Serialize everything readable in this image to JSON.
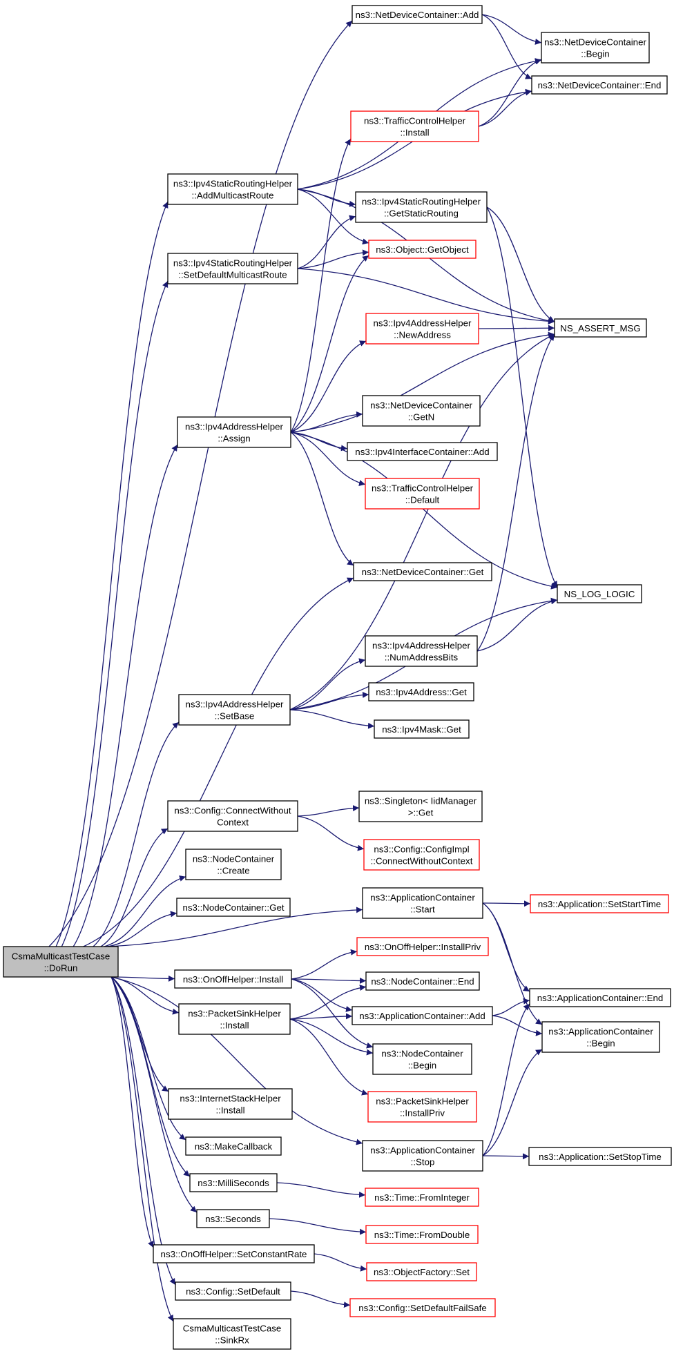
{
  "graph": {
    "title": "",
    "colors": {
      "edge": "#191970",
      "node_border": "#000000",
      "node_border_truncated": "#ff0000",
      "root_fill": "#bfbfbf",
      "background": "#ffffff"
    },
    "nodes": [
      {
        "id": "root",
        "lines": [
          "CsmaMulticastTestCase",
          "::DoRun"
        ],
        "style": "root"
      },
      {
        "id": "ndc_add",
        "lines": [
          "ns3::NetDeviceContainer::Add"
        ],
        "style": "normal"
      },
      {
        "id": "ndc_begin",
        "lines": [
          "ns3::NetDeviceContainer",
          "::Begin"
        ],
        "style": "normal"
      },
      {
        "id": "ndc_end",
        "lines": [
          "ns3::NetDeviceContainer::End"
        ],
        "style": "normal"
      },
      {
        "id": "tch_install",
        "lines": [
          "ns3::TrafficControlHelper",
          "::Install"
        ],
        "style": "truncated"
      },
      {
        "id": "isrh_amr",
        "lines": [
          "ns3::Ipv4StaticRoutingHelper",
          "::AddMulticastRoute"
        ],
        "style": "normal"
      },
      {
        "id": "isrh_gsr",
        "lines": [
          "ns3::Ipv4StaticRoutingHelper",
          "::GetStaticRouting"
        ],
        "style": "normal"
      },
      {
        "id": "obj_getobj",
        "lines": [
          "ns3::Object::GetObject"
        ],
        "style": "truncated"
      },
      {
        "id": "isrh_sdmr",
        "lines": [
          "ns3::Ipv4StaticRoutingHelper",
          "::SetDefaultMulticastRoute"
        ],
        "style": "normal"
      },
      {
        "id": "iah_newaddr",
        "lines": [
          "ns3::Ipv4AddressHelper",
          "::NewAddress"
        ],
        "style": "truncated"
      },
      {
        "id": "ns_assert",
        "lines": [
          "NS_ASSERT_MSG"
        ],
        "style": "normal"
      },
      {
        "id": "iah_assign",
        "lines": [
          "ns3::Ipv4AddressHelper",
          "::Assign"
        ],
        "style": "normal"
      },
      {
        "id": "ndc_getn",
        "lines": [
          "ns3::NetDeviceContainer",
          "::GetN"
        ],
        "style": "normal"
      },
      {
        "id": "iic_add",
        "lines": [
          "ns3::Ipv4InterfaceContainer::Add"
        ],
        "style": "normal"
      },
      {
        "id": "tch_default",
        "lines": [
          "ns3::TrafficControlHelper",
          "::Default"
        ],
        "style": "truncated"
      },
      {
        "id": "ndc_get",
        "lines": [
          "ns3::NetDeviceContainer::Get"
        ],
        "style": "normal"
      },
      {
        "id": "ns_log",
        "lines": [
          "NS_LOG_LOGIC"
        ],
        "style": "normal"
      },
      {
        "id": "iah_nab",
        "lines": [
          "ns3::Ipv4AddressHelper",
          "::NumAddressBits"
        ],
        "style": "normal"
      },
      {
        "id": "iah_setbase",
        "lines": [
          "ns3::Ipv4AddressHelper",
          "::SetBase"
        ],
        "style": "normal"
      },
      {
        "id": "ipv4addr_get",
        "lines": [
          "ns3::Ipv4Address::Get"
        ],
        "style": "normal"
      },
      {
        "id": "ipv4mask_get",
        "lines": [
          "ns3::Ipv4Mask::Get"
        ],
        "style": "normal"
      },
      {
        "id": "cfg_cwc",
        "lines": [
          "ns3::Config::ConnectWithout",
          "Context"
        ],
        "style": "normal"
      },
      {
        "id": "singleton_get",
        "lines": [
          "ns3::Singleton< IidManager",
          ">::Get"
        ],
        "style": "normal"
      },
      {
        "id": "cfgimpl_cwc",
        "lines": [
          "ns3::Config::ConfigImpl",
          "::ConnectWithoutContext"
        ],
        "style": "truncated"
      },
      {
        "id": "nc_create",
        "lines": [
          "ns3::NodeContainer",
          "::Create"
        ],
        "style": "normal"
      },
      {
        "id": "nc_get",
        "lines": [
          "ns3::NodeContainer::Get"
        ],
        "style": "normal"
      },
      {
        "id": "ac_start",
        "lines": [
          "ns3::ApplicationContainer",
          "::Start"
        ],
        "style": "normal"
      },
      {
        "id": "app_sst",
        "lines": [
          "ns3::Application::SetStartTime"
        ],
        "style": "truncated"
      },
      {
        "id": "ooh_installpriv",
        "lines": [
          "ns3::OnOffHelper::InstallPriv"
        ],
        "style": "truncated"
      },
      {
        "id": "ooh_install",
        "lines": [
          "ns3::OnOffHelper::Install"
        ],
        "style": "normal"
      },
      {
        "id": "nc_end",
        "lines": [
          "ns3::NodeContainer::End"
        ],
        "style": "normal"
      },
      {
        "id": "ac_end",
        "lines": [
          "ns3::ApplicationContainer::End"
        ],
        "style": "normal"
      },
      {
        "id": "psh_install",
        "lines": [
          "ns3::PacketSinkHelper",
          "::Install"
        ],
        "style": "normal"
      },
      {
        "id": "ac_add",
        "lines": [
          "ns3::ApplicationContainer::Add"
        ],
        "style": "normal"
      },
      {
        "id": "ac_begin",
        "lines": [
          "ns3::ApplicationContainer",
          "::Begin"
        ],
        "style": "normal"
      },
      {
        "id": "nc_begin",
        "lines": [
          "ns3::NodeContainer",
          "::Begin"
        ],
        "style": "normal"
      },
      {
        "id": "psh_installpriv",
        "lines": [
          "ns3::PacketSinkHelper",
          "::InstallPriv"
        ],
        "style": "truncated"
      },
      {
        "id": "ish_install",
        "lines": [
          "ns3::InternetStackHelper",
          "::Install"
        ],
        "style": "normal"
      },
      {
        "id": "makecallback",
        "lines": [
          "ns3::MakeCallback"
        ],
        "style": "normal"
      },
      {
        "id": "ac_stop",
        "lines": [
          "ns3::ApplicationContainer",
          "::Stop"
        ],
        "style": "normal"
      },
      {
        "id": "app_sstop",
        "lines": [
          "ns3::Application::SetStopTime"
        ],
        "style": "normal"
      },
      {
        "id": "milliseconds",
        "lines": [
          "ns3::MilliSeconds"
        ],
        "style": "normal"
      },
      {
        "id": "time_fromint",
        "lines": [
          "ns3::Time::FromInteger"
        ],
        "style": "truncated"
      },
      {
        "id": "seconds",
        "lines": [
          "ns3::Seconds"
        ],
        "style": "normal"
      },
      {
        "id": "time_fromdouble",
        "lines": [
          "ns3::Time::FromDouble"
        ],
        "style": "truncated"
      },
      {
        "id": "ooh_scr",
        "lines": [
          "ns3::OnOffHelper::SetConstantRate"
        ],
        "style": "normal"
      },
      {
        "id": "of_set",
        "lines": [
          "ns3::ObjectFactory::Set"
        ],
        "style": "truncated"
      },
      {
        "id": "cfg_setdefault",
        "lines": [
          "ns3::Config::SetDefault"
        ],
        "style": "normal"
      },
      {
        "id": "cfg_sdfs",
        "lines": [
          "ns3::Config::SetDefaultFailSafe"
        ],
        "style": "truncated"
      },
      {
        "id": "sinkrx",
        "lines": [
          "CsmaMulticastTestCase",
          "::SinkRx"
        ],
        "style": "normal"
      }
    ],
    "edges": [
      [
        "root",
        "ndc_add"
      ],
      [
        "root",
        "isrh_amr"
      ],
      [
        "root",
        "isrh_sdmr"
      ],
      [
        "root",
        "iah_assign"
      ],
      [
        "root",
        "ndc_get"
      ],
      [
        "root",
        "iah_setbase"
      ],
      [
        "root",
        "cfg_cwc"
      ],
      [
        "root",
        "nc_create"
      ],
      [
        "root",
        "nc_get"
      ],
      [
        "root",
        "ac_start"
      ],
      [
        "root",
        "ooh_install"
      ],
      [
        "root",
        "psh_install"
      ],
      [
        "root",
        "ac_stop"
      ],
      [
        "root",
        "ish_install"
      ],
      [
        "root",
        "makecallback"
      ],
      [
        "root",
        "milliseconds"
      ],
      [
        "root",
        "seconds"
      ],
      [
        "root",
        "ooh_scr"
      ],
      [
        "root",
        "cfg_setdefault"
      ],
      [
        "root",
        "sinkrx"
      ],
      [
        "ndc_add",
        "ndc_begin"
      ],
      [
        "ndc_add",
        "ndc_end"
      ],
      [
        "isrh_amr",
        "ndc_begin"
      ],
      [
        "isrh_amr",
        "ndc_end"
      ],
      [
        "isrh_amr",
        "isrh_gsr"
      ],
      [
        "isrh_amr",
        "obj_getobj"
      ],
      [
        "isrh_amr",
        "ns_assert"
      ],
      [
        "isrh_sdmr",
        "isrh_gsr"
      ],
      [
        "isrh_sdmr",
        "obj_getobj"
      ],
      [
        "isrh_sdmr",
        "ns_assert"
      ],
      [
        "isrh_gsr",
        "ns_assert"
      ],
      [
        "isrh_gsr",
        "ns_log"
      ],
      [
        "tch_install",
        "ndc_begin"
      ],
      [
        "tch_install",
        "ndc_end"
      ],
      [
        "iah_assign",
        "tch_install"
      ],
      [
        "iah_assign",
        "obj_getobj"
      ],
      [
        "iah_assign",
        "iah_newaddr"
      ],
      [
        "iah_assign",
        "ns_assert"
      ],
      [
        "iah_assign",
        "ndc_getn"
      ],
      [
        "iah_assign",
        "iic_add"
      ],
      [
        "iah_assign",
        "tch_default"
      ],
      [
        "iah_assign",
        "ndc_get"
      ],
      [
        "iah_assign",
        "ns_log"
      ],
      [
        "iah_newaddr",
        "ns_assert"
      ],
      [
        "iah_setbase",
        "ns_assert"
      ],
      [
        "iah_setbase",
        "iah_nab"
      ],
      [
        "iah_setbase",
        "ipv4addr_get"
      ],
      [
        "iah_setbase",
        "ipv4mask_get"
      ],
      [
        "iah_setbase",
        "ns_log"
      ],
      [
        "iah_nab",
        "ns_assert"
      ],
      [
        "iah_nab",
        "ns_log"
      ],
      [
        "cfg_cwc",
        "singleton_get"
      ],
      [
        "cfg_cwc",
        "cfgimpl_cwc"
      ],
      [
        "ac_start",
        "app_sst"
      ],
      [
        "ac_start",
        "ac_end"
      ],
      [
        "ac_start",
        "ac_begin"
      ],
      [
        "ooh_install",
        "ooh_installpriv"
      ],
      [
        "ooh_install",
        "nc_end"
      ],
      [
        "ooh_install",
        "ac_add"
      ],
      [
        "ooh_install",
        "nc_begin"
      ],
      [
        "psh_install",
        "nc_end"
      ],
      [
        "psh_install",
        "ac_add"
      ],
      [
        "psh_install",
        "nc_begin"
      ],
      [
        "psh_install",
        "psh_installpriv"
      ],
      [
        "ac_add",
        "ac_end"
      ],
      [
        "ac_add",
        "ac_begin"
      ],
      [
        "ac_stop",
        "ac_end"
      ],
      [
        "ac_stop",
        "ac_begin"
      ],
      [
        "ac_stop",
        "app_sstop"
      ],
      [
        "milliseconds",
        "time_fromint"
      ],
      [
        "seconds",
        "time_fromdouble"
      ],
      [
        "ooh_scr",
        "of_set"
      ],
      [
        "cfg_setdefault",
        "cfg_sdfs"
      ]
    ]
  }
}
